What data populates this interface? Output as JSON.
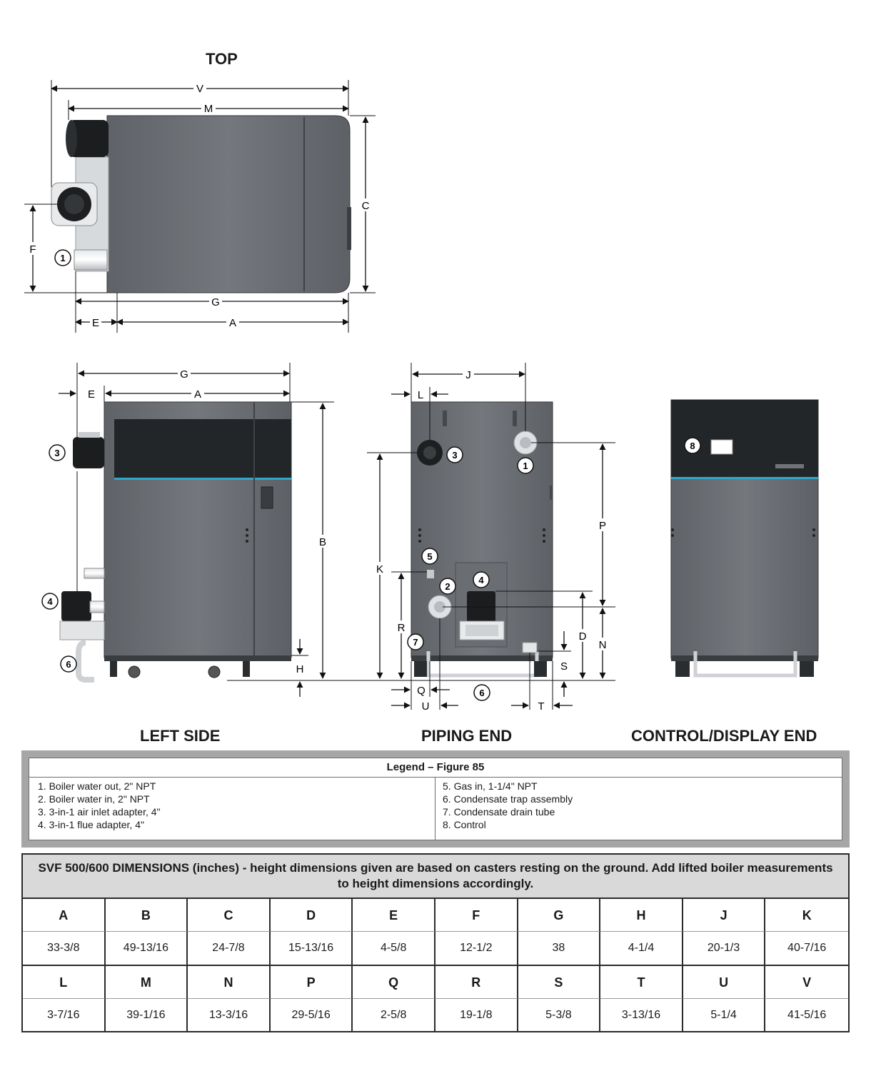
{
  "views": {
    "top": "TOP",
    "left_side": "LEFT SIDE",
    "piping_end": "PIPING END",
    "control_end": "CONTROL/DISPLAY END"
  },
  "dimension_letters": [
    "A",
    "B",
    "C",
    "D",
    "E",
    "F",
    "G",
    "H",
    "J",
    "K",
    "L",
    "M",
    "N",
    "P",
    "Q",
    "R",
    "S",
    "T",
    "U",
    "V"
  ],
  "callouts": [
    "1",
    "2",
    "3",
    "4",
    "5",
    "6",
    "7",
    "8"
  ],
  "legend": {
    "title": "Legend – Figure 85",
    "left_items": [
      "1. Boiler water out, 2\" NPT",
      "2. Boiler water in, 2\" NPT",
      "3. 3-in-1 air inlet adapter, 4\"",
      "4. 3-in-1 flue adapter, 4\""
    ],
    "right_items": [
      "5. Gas in, 1-1/4\" NPT",
      "6. Condensate trap assembly",
      "7. Condensate drain tube",
      "8. Control"
    ]
  },
  "dimensions_table": {
    "title": "SVF 500/600 DIMENSIONS (inches) - height dimensions given are based on casters resting on the ground. Add lifted boiler measurements to height dimensions accordingly.",
    "rows": [
      {
        "labels": [
          "A",
          "B",
          "C",
          "D",
          "E",
          "F",
          "G",
          "H",
          "J",
          "K"
        ],
        "values": [
          "33-3/8",
          "49-13/16",
          "24-7/8",
          "15-13/16",
          "4-5/8",
          "12-1/2",
          "38",
          "4-1/4",
          "20-1/3",
          "40-7/16"
        ]
      },
      {
        "labels": [
          "L",
          "M",
          "N",
          "P",
          "Q",
          "R",
          "S",
          "T",
          "U",
          "V"
        ],
        "values": [
          "3-7/16",
          "39-1/16",
          "13-3/16",
          "29-5/16",
          "2-5/8",
          "19-1/8",
          "5-3/8",
          "3-13/16",
          "5-1/4",
          "41-5/16"
        ]
      }
    ]
  },
  "colors": {
    "body": "#6f7378",
    "panel_dark": "#232628",
    "accent_stripe": "#2ea7c8"
  }
}
